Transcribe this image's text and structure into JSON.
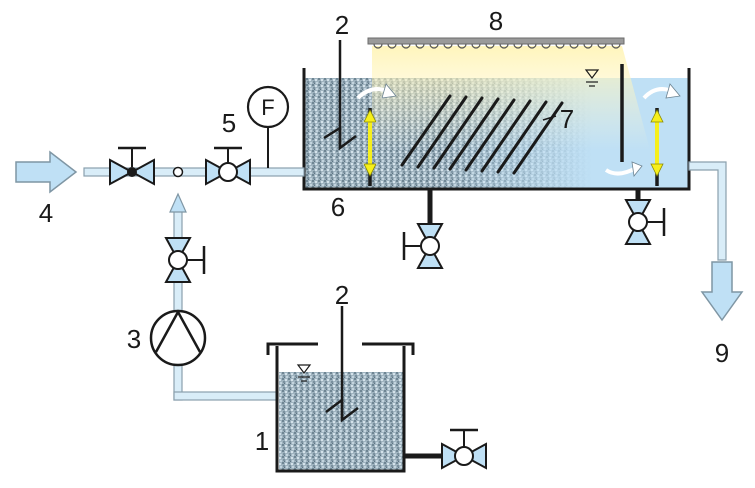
{
  "labels": {
    "l1": "1",
    "l2_tank": "2",
    "l2_basin": "2",
    "l3": "3",
    "l4": "4",
    "l5": "5",
    "l6": "6",
    "l7": "7",
    "l8": "8",
    "l9": "9",
    "flow_meter": "F"
  },
  "colors": {
    "water_light": "#bfe0f5",
    "water_flow": "#d9edf8",
    "mixed_grey": "#8aa0ad",
    "lamp_glow": "#fff6c4",
    "lamp_bar": "#9a9a9a",
    "yellow_arrow": "#f6ef1c",
    "wall": "#1a1a1a",
    "pipe_outline": "#8aa0ad"
  },
  "icons": {
    "valve": "gate-valve-icon",
    "pump": "centrifugal-pump-icon",
    "flow_meter": "flow-meter-icon",
    "water_level": "water-level-triangle-icon",
    "stirrer": "stirrer-icon",
    "input_arrow": "inflow-arrow-icon",
    "output_arrow": "outflow-arrow-icon"
  }
}
